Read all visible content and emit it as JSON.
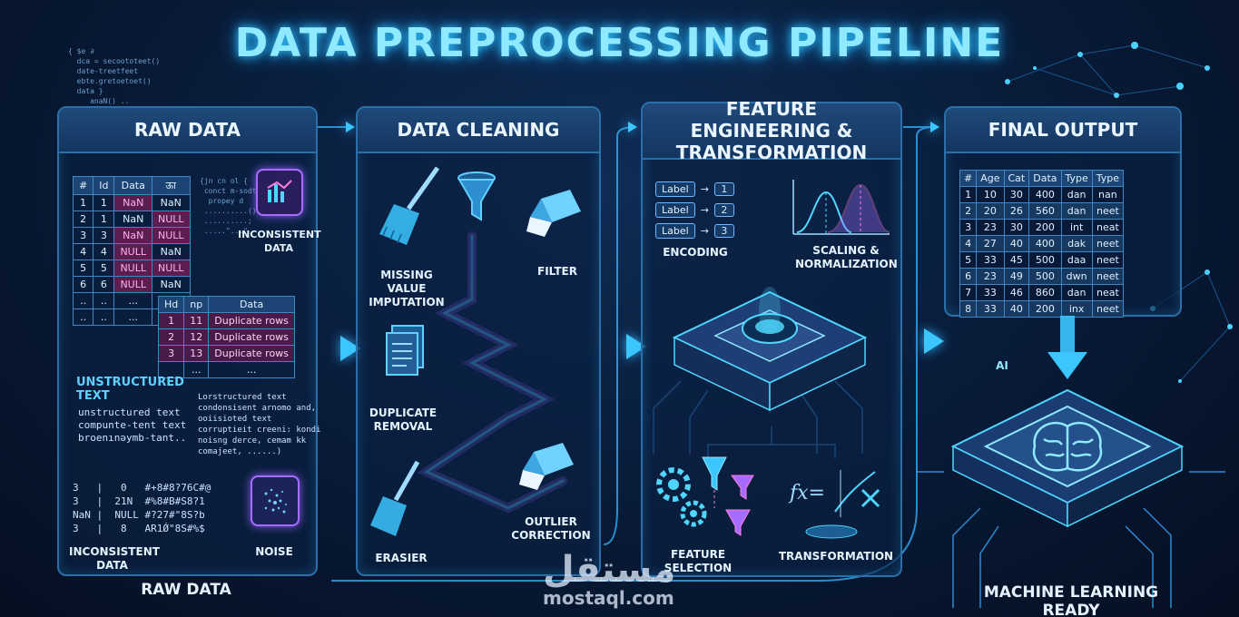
{
  "title": "DATA PREPROCESSING PIPELINE",
  "panels": {
    "raw": {
      "heading": "RAW DATA",
      "table": {
        "headers": [
          "#",
          "Id",
          "Data",
          "ऊा"
        ],
        "rows": [
          [
            "1",
            "1",
            "NaN",
            "NaN"
          ],
          [
            "2",
            "1",
            "NaN",
            "NULL"
          ],
          [
            "3",
            "3",
            "NaN",
            "NULL"
          ],
          [
            "4",
            "4",
            "NULL",
            "NaN"
          ],
          [
            "5",
            "5",
            "NULL",
            "NULL"
          ],
          [
            "6",
            "6",
            "NULL",
            "NaN"
          ],
          [
            "..",
            "..",
            "...",
            "..."
          ],
          [
            "..",
            "..",
            "...",
            ""
          ]
        ]
      },
      "dup_table": {
        "headers": [
          "Hd",
          "np",
          "Data"
        ],
        "rows": [
          [
            "1",
            "11",
            "Duplicate rows"
          ],
          [
            "2",
            "12",
            "Duplicate rows"
          ],
          [
            "3",
            "13",
            "Duplicate rows"
          ],
          [
            "",
            "...",
            "..."
          ]
        ]
      },
      "inconsistent_label": "INCONSISTENT DATA",
      "unstructured_label": "UNSTRUCTURED TEXT",
      "unstructured_lines": [
        "unstructured text",
        "compunte-tent text",
        "broenınəymb-tant.."
      ],
      "unstructured_lines_2": [
        "Lorstructured text",
        "condonsisent arnomo and,",
        "ooiisioted text",
        "corruptieit creeni: kondi",
        "noisng derce, cemam kk",
        "comajeet, ......)"
      ],
      "inconsistent_bottom": "INCONSISTENT DATA",
      "noise_label": "NOISE",
      "footer": "RAW DATA"
    },
    "cleaning": {
      "heading": "DATA CLEANING",
      "missing_label": "MISSING VALUE IMPUTATION",
      "filter_label": "FILTER",
      "duplicate_label": "DUPLICATE REMOVAL",
      "erasier_label": "ERASIER",
      "outlier_label": "OUTLIER CORRECTION"
    },
    "feature": {
      "heading": "FEATURE ENGINEERING & TRANSFORMATION",
      "encoding": [
        {
          "label": "Label",
          "num": "1"
        },
        {
          "label": "Label",
          "num": "2"
        },
        {
          "label": "Label",
          "num": "3"
        }
      ],
      "encoding_label": "ENCODING",
      "scaling_label": "SCALING & NORMALIZATION",
      "selection_label": "FEATURE SELECTION",
      "transformation_label": "TRANSFORMATION"
    },
    "output": {
      "heading": "FINAL OUTPUT",
      "table": {
        "headers": [
          "#",
          "Age",
          "Cat",
          "Data",
          "Type",
          "Type"
        ],
        "rows": [
          [
            "1",
            "10",
            "30",
            "400",
            "dan",
            "nan"
          ],
          [
            "2",
            "20",
            "26",
            "560",
            "dan",
            "neet"
          ],
          [
            "3",
            "23",
            "30",
            "200",
            "int",
            "neat"
          ],
          [
            "4",
            "27",
            "40",
            "400",
            "dak",
            "neet"
          ],
          [
            "5",
            "33",
            "45",
            "500",
            "daa",
            "neet"
          ],
          [
            "6",
            "23",
            "49",
            "500",
            "dwn",
            "neet"
          ],
          [
            "7",
            "33",
            "46",
            "860",
            "dan",
            "neat"
          ],
          [
            "8",
            "33",
            "40",
            "200",
            "inx",
            "neet"
          ]
        ]
      },
      "ai_label": "AI",
      "footer": "MACHINE LEARNING READY"
    }
  },
  "watermark": {
    "arabic": "مستقل",
    "latin": "mostaql.com"
  },
  "colors": {
    "accent": "#3cc6ff",
    "bad": "#ffb3e8",
    "panel_border": "#2b6fa8"
  }
}
